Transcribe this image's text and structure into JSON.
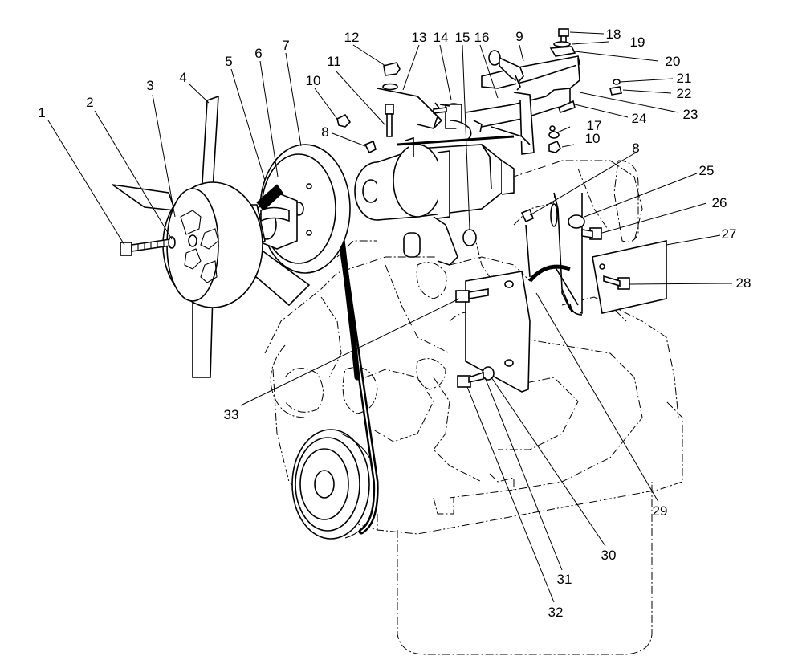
{
  "diagram": {
    "callouts": [
      {
        "id": "c1",
        "label": "1"
      },
      {
        "id": "c2",
        "label": "2"
      },
      {
        "id": "c3",
        "label": "3"
      },
      {
        "id": "c4",
        "label": "4"
      },
      {
        "id": "c5",
        "label": "5"
      },
      {
        "id": "c6",
        "label": "6"
      },
      {
        "id": "c7",
        "label": "7"
      },
      {
        "id": "c8a",
        "label": "8"
      },
      {
        "id": "c8b",
        "label": "8"
      },
      {
        "id": "c9",
        "label": "9"
      },
      {
        "id": "c10a",
        "label": "10"
      },
      {
        "id": "c10b",
        "label": "10"
      },
      {
        "id": "c11",
        "label": "11"
      },
      {
        "id": "c12",
        "label": "12"
      },
      {
        "id": "c13",
        "label": "13"
      },
      {
        "id": "c14",
        "label": "14"
      },
      {
        "id": "c15",
        "label": "15"
      },
      {
        "id": "c16",
        "label": "16"
      },
      {
        "id": "c17",
        "label": "17"
      },
      {
        "id": "c18",
        "label": "18"
      },
      {
        "id": "c19",
        "label": "19"
      },
      {
        "id": "c20",
        "label": "20"
      },
      {
        "id": "c21",
        "label": "21"
      },
      {
        "id": "c22",
        "label": "22"
      },
      {
        "id": "c23",
        "label": "23"
      },
      {
        "id": "c24",
        "label": "24"
      },
      {
        "id": "c25",
        "label": "25"
      },
      {
        "id": "c26",
        "label": "26"
      },
      {
        "id": "c27",
        "label": "27"
      },
      {
        "id": "c28",
        "label": "28"
      },
      {
        "id": "c29",
        "label": "29"
      },
      {
        "id": "c30",
        "label": "30"
      },
      {
        "id": "c31",
        "label": "31"
      },
      {
        "id": "c32",
        "label": "32"
      },
      {
        "id": "c33",
        "label": "33"
      }
    ]
  }
}
